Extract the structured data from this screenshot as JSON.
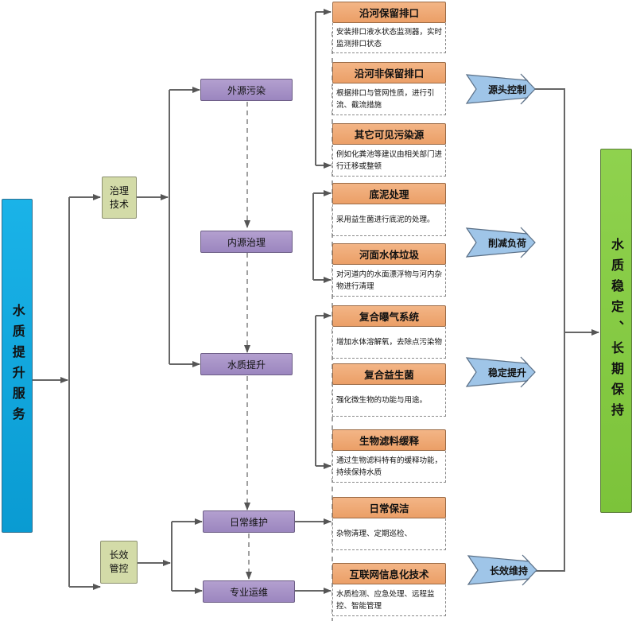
{
  "root": {
    "label": "水质提升服务"
  },
  "categories": [
    {
      "id": "treatment",
      "label_line1": "治理",
      "label_line2": "技术"
    },
    {
      "id": "management",
      "label_line1": "长效",
      "label_line2": "管控"
    }
  ],
  "steps": [
    {
      "id": "external",
      "label": "外源污染"
    },
    {
      "id": "internal",
      "label": "内源治理"
    },
    {
      "id": "improve",
      "label": "水质提升"
    },
    {
      "id": "daily",
      "label": "日常维护"
    },
    {
      "id": "professional",
      "label": "专业运维"
    }
  ],
  "methods": [
    {
      "title": "沿河保留排口",
      "desc": "安装排口液水状态监测器，实时监测排口状态"
    },
    {
      "title": "沿河非保留排口",
      "desc": "根据排口与管网性质，进行引流、截流措施"
    },
    {
      "title": "其它可见污染源",
      "desc": "例如化粪池等建议由相关部门进行迁移或整顿"
    },
    {
      "title": "底泥处理",
      "desc": "采用益生菌进行底泥的处理。"
    },
    {
      "title": "河面水体垃圾",
      "desc": "对河道内的水面漂浮物与河内杂物进行清理"
    },
    {
      "title": "复合曝气系统",
      "desc": "增加水体溶解氧，去除点污染物"
    },
    {
      "title": "复合益生菌",
      "desc": "强化微生物的功能与用途。"
    },
    {
      "title": "生物滤料缓释",
      "desc": "通过生物滤料特有的缓释功能，持续保持水质"
    },
    {
      "title": "日常保洁",
      "desc": "杂物清理、定期巡检、"
    },
    {
      "title": "互联网信息化技术",
      "desc": "水质检测、应急处理、远程监控、智能管理"
    }
  ],
  "outcomes": [
    {
      "label": "源头控制"
    },
    {
      "label": "削减负荷"
    },
    {
      "label": "稳定提升"
    },
    {
      "label": "长效维持"
    }
  ],
  "goal": {
    "label": "水质稳定、长期保持"
  },
  "colors": {
    "root": "#0fa7dd",
    "category": "#d3dba8",
    "step": "#a994c8",
    "method_title": "#efa872",
    "outcome_arrow": "#9cc3e6",
    "goal": "#86cb45",
    "connector": "#555555"
  }
}
